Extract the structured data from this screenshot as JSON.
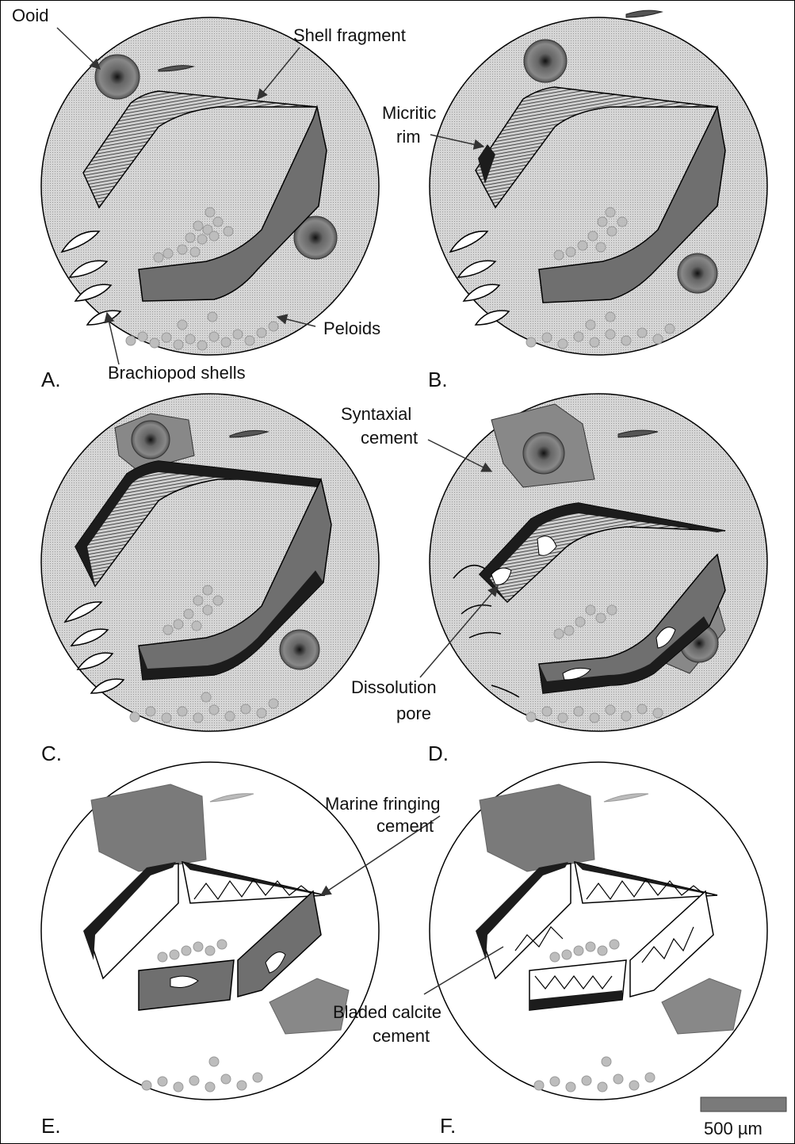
{
  "panels": [
    {
      "letter": "A."
    },
    {
      "letter": "B."
    },
    {
      "letter": "C."
    },
    {
      "letter": "D."
    },
    {
      "letter": "E."
    },
    {
      "letter": "F."
    }
  ],
  "annotations": {
    "ooid": "Ooid",
    "shell_fragment": "Shell fragment",
    "micritic_rim_1": "Micritic",
    "micritic_rim_2": "rim",
    "peloids": "Peloids",
    "brachiopod_shells": "Brachiopod shells",
    "syntaxial_1": "Syntaxial",
    "syntaxial_2": "cement",
    "dissolution_1": "Dissolution",
    "dissolution_2": "pore",
    "marine_1": "Marine fringing",
    "marine_2": "cement",
    "bladed_1": "Bladed calcite",
    "bladed_2": "cement"
  },
  "scale_bar": {
    "label": "500 µm"
  },
  "colors": {
    "background_pattern": "#c9c9c9",
    "shell_fill": "#6f6f6f",
    "micrite": "#1c1c1c",
    "cement": "#8a8a8a",
    "ooid_core": "#444444"
  }
}
